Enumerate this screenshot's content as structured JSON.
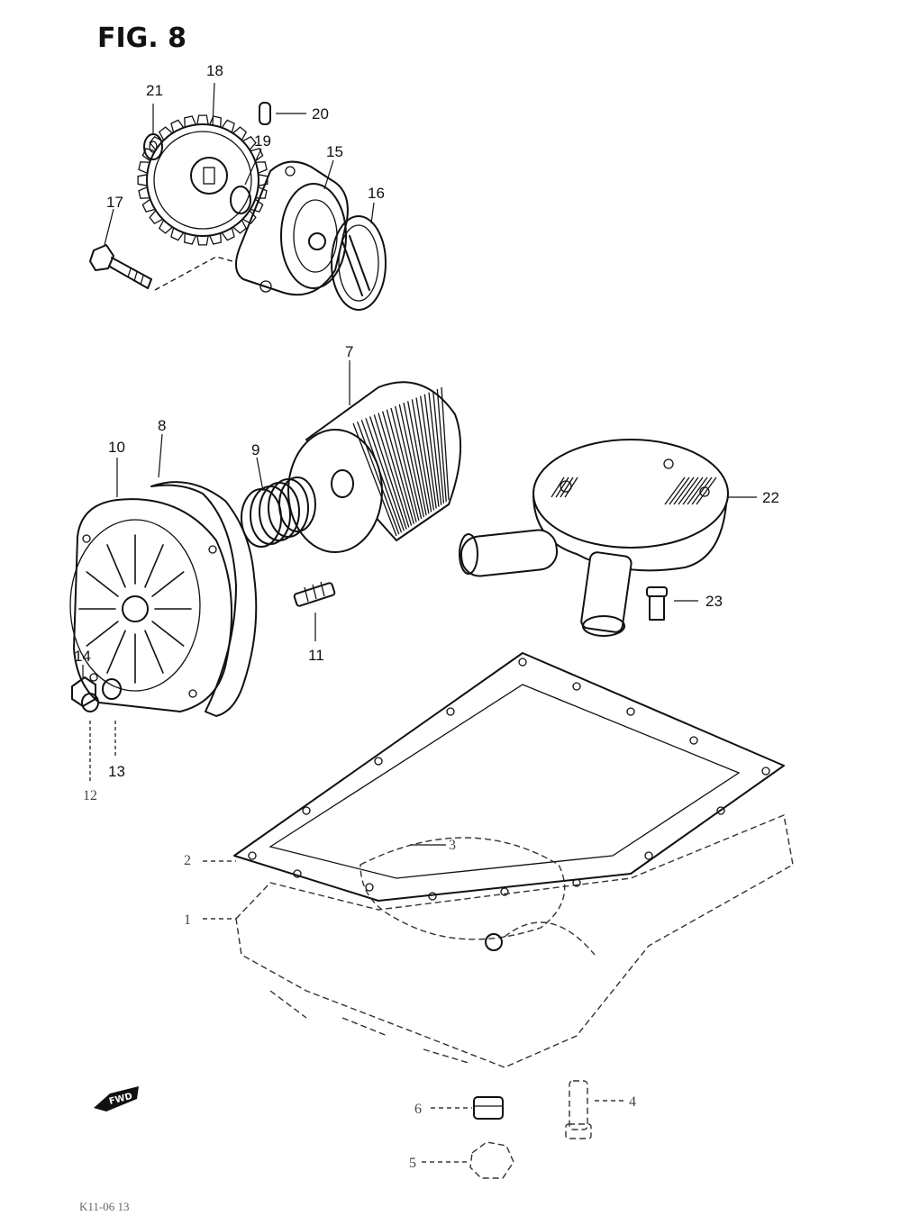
{
  "figure": {
    "title": "FIG. 8",
    "footer_code": "K11-06 13"
  },
  "callouts": {
    "p1": "1",
    "p2": "2",
    "p3": "3",
    "p4": "4",
    "p5": "5",
    "p6": "6",
    "p7": "7",
    "p8": "8",
    "p9": "9",
    "p10": "10",
    "p11": "11",
    "p12": "12",
    "p13": "13",
    "p14": "14",
    "p15": "15",
    "p16": "16",
    "p17": "17",
    "p18": "18",
    "p19": "19",
    "p20": "20",
    "p21": "21",
    "p22": "22",
    "p23": "23"
  },
  "direction_badge": {
    "label": "FWD"
  }
}
